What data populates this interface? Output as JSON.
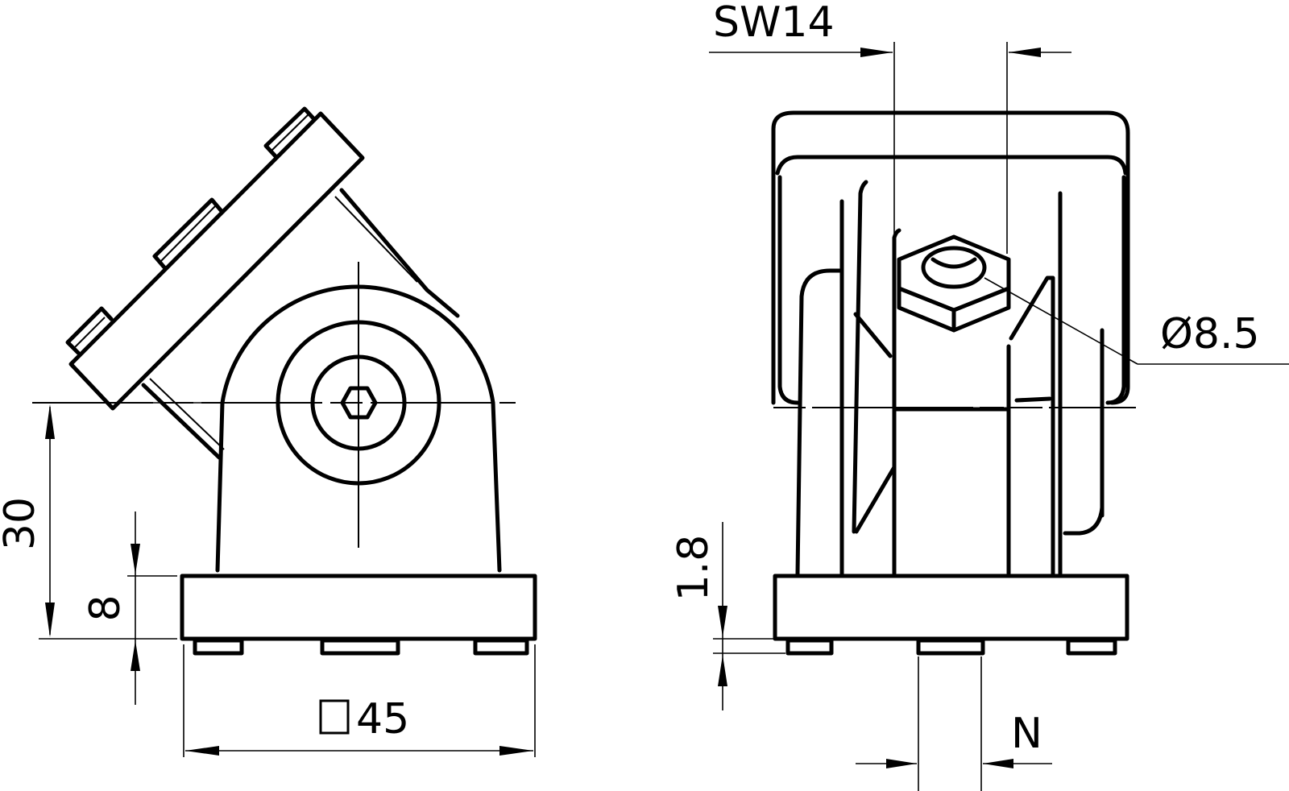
{
  "drawing": {
    "type": "technical-drawing",
    "views": [
      {
        "name": "side-view",
        "description": "Angle bracket with hinged arm at 45 degrees, base plate and pivot"
      },
      {
        "name": "front-view",
        "description": "Front view with hex nut and T-slot base"
      }
    ],
    "stroke_color": "#000000",
    "background_color": "#ffffff"
  },
  "dimensions": {
    "height_30": "30",
    "base_thickness_8": "8",
    "base_width": "45",
    "base_width_symbol": "square",
    "wrench_size": "SW14",
    "hole_diameter": "Ø8.5",
    "foot_height": "1.8",
    "slot_width": "N"
  }
}
